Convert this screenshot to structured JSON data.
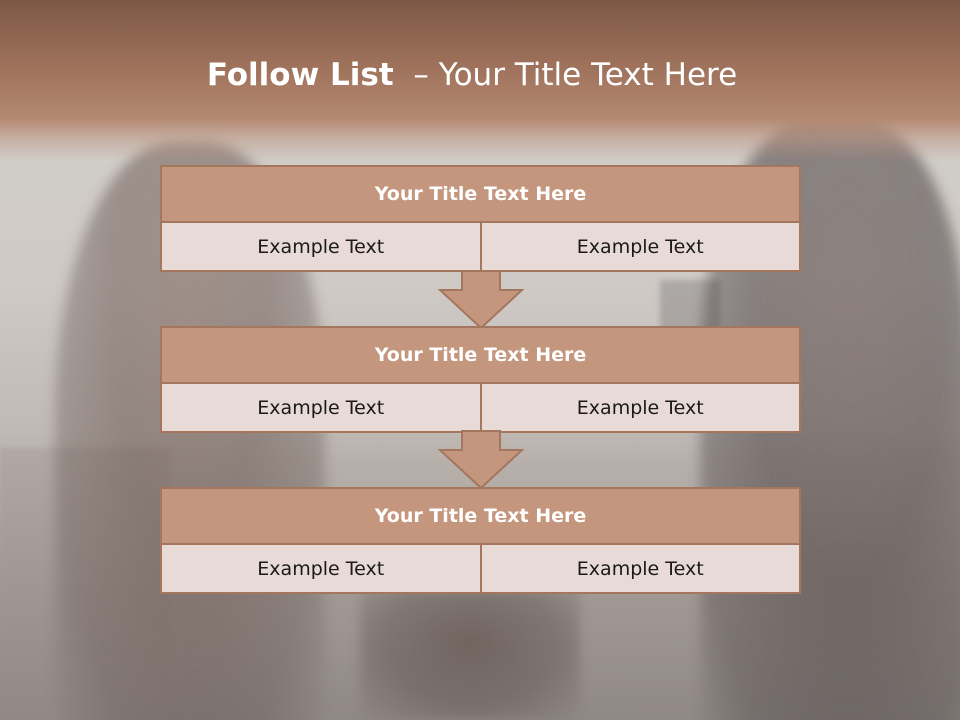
{
  "title": {
    "bold": "Follow List",
    "rest": "– Your Title Text Here"
  },
  "blocks": [
    {
      "title": "Your Title Text Here",
      "left": "Example Text",
      "right": "Example Text"
    },
    {
      "title": "Your Title Text Here",
      "left": "Example Text",
      "right": "Example Text"
    },
    {
      "title": "Your Title Text Here",
      "left": "Example Text",
      "right": "Example Text"
    }
  ],
  "colors": {
    "header_fill": "#c4967d",
    "border": "#a5765e",
    "cell_fill": "#e8dad6",
    "title_band": "#a06f57"
  },
  "arrow_icon": "down-arrow-icon"
}
